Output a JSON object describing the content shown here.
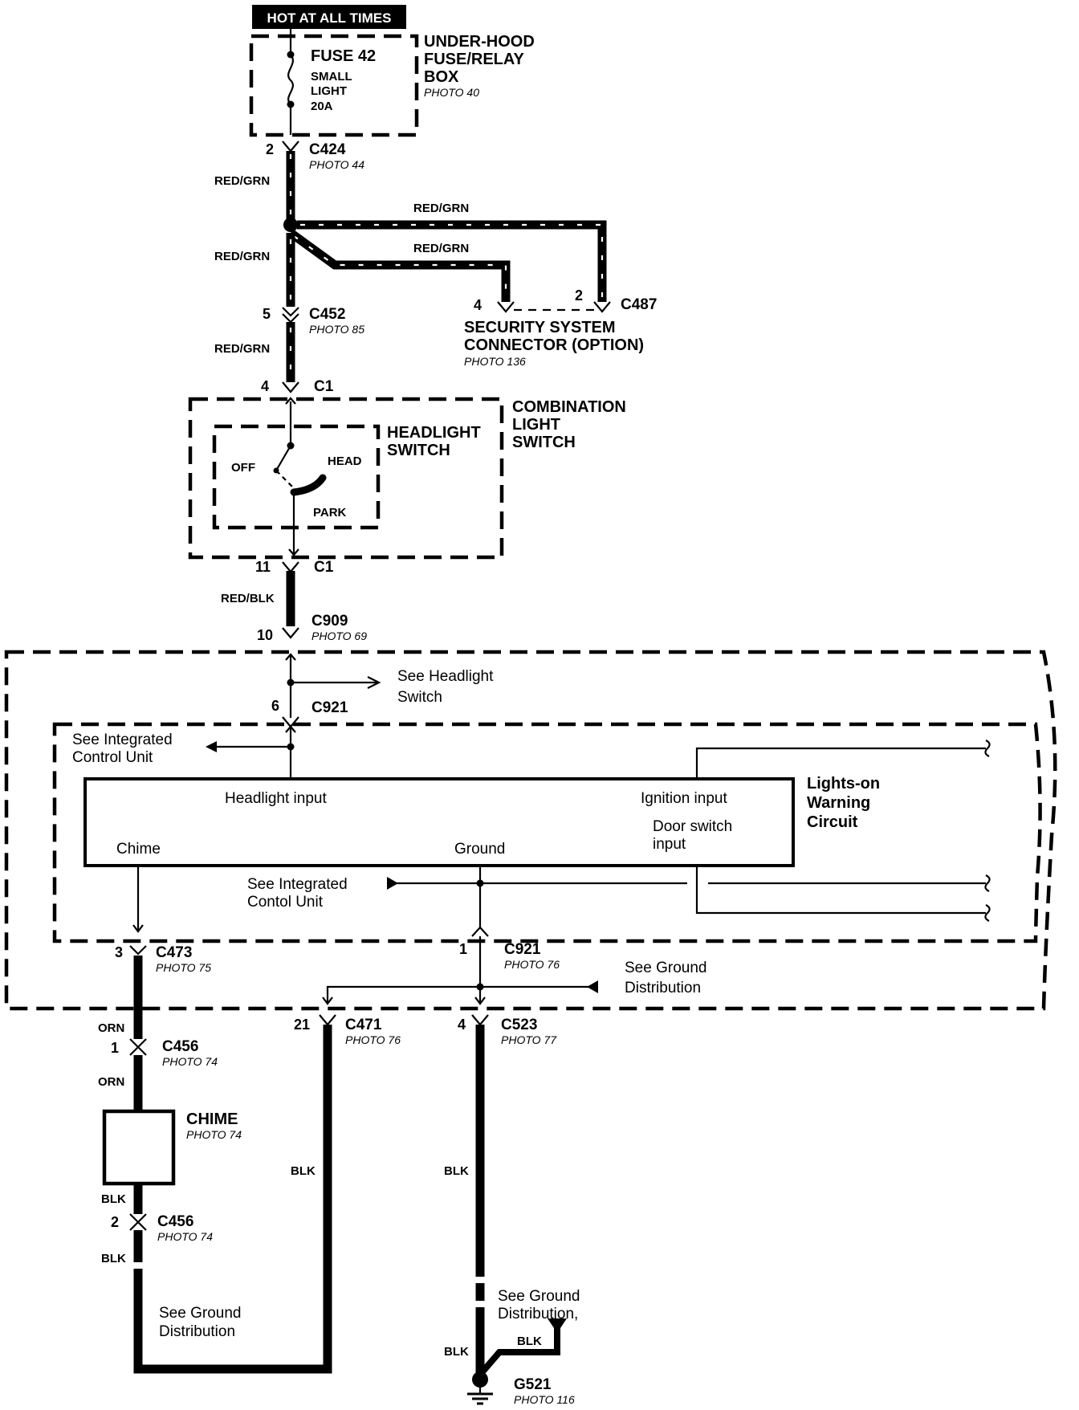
{
  "power": {
    "hot_label": "HOT AT ALL TIMES"
  },
  "fusebox": {
    "fuse_label": "FUSE 42",
    "fuse_desc1": "SMALL",
    "fuse_desc2": "LIGHT",
    "fuse_rating": "20A",
    "name1": "UNDER-HOOD",
    "name2": "FUSE/RELAY",
    "name3": "BOX",
    "photo": "PHOTO 40"
  },
  "connectors": {
    "c424": {
      "pin": "2",
      "name": "C424",
      "photo": "PHOTO 44"
    },
    "c452": {
      "pin": "5",
      "name": "C452",
      "photo": "PHOTO 85"
    },
    "c487": {
      "pin_a": "4",
      "pin_b": "2",
      "name": "C487"
    },
    "c1_top": {
      "pin": "4",
      "name": "C1"
    },
    "c1_bot": {
      "pin": "11",
      "name": "C1"
    },
    "c909": {
      "pin": "10",
      "name": "C909",
      "photo": "PHOTO 69"
    },
    "c921_top": {
      "pin": "6",
      "name": "C921"
    },
    "c473": {
      "pin": "3",
      "name": "C473",
      "photo": "PHOTO 75"
    },
    "c921_bot": {
      "pin": "1",
      "name": "C921",
      "photo": "PHOTO 76"
    },
    "c456_top": {
      "pin": "1",
      "name": "C456",
      "photo": "PHOTO 74"
    },
    "c456_bot": {
      "pin": "2",
      "name": "C456",
      "photo": "PHOTO 74"
    },
    "c471": {
      "pin": "21",
      "name": "C471",
      "photo": "PHOTO 76"
    },
    "c523": {
      "pin": "4",
      "name": "C523",
      "photo": "PHOTO 77"
    }
  },
  "wires": {
    "red_grn": "RED/GRN",
    "red_blk": "RED/BLK",
    "orn": "ORN",
    "blk": "BLK"
  },
  "security": {
    "line1": "SECURITY SYSTEM",
    "line2": "CONNECTOR (OPTION)",
    "photo": "PHOTO 136"
  },
  "switch": {
    "combo1": "COMBINATION",
    "combo2": "LIGHT",
    "combo3": "SWITCH",
    "head1": "HEADLIGHT",
    "head2": "SWITCH",
    "off": "OFF",
    "head": "HEAD",
    "park": "PARK"
  },
  "unit": {
    "see_headlight1": "See Headlight",
    "see_headlight2": "Switch",
    "see_icu_top1": "See Integrated",
    "see_icu_top2": "Control Unit",
    "see_icu_mid1": "See Integrated",
    "see_icu_mid2": "Contol Unit",
    "headlight_input": "Headlight input",
    "ignition_input": "Ignition input",
    "door_switch1": "Door switch",
    "door_switch2": "input",
    "chime_pin": "Chime",
    "ground_pin": "Ground",
    "warn1": "Lights-on",
    "warn2": "Warning",
    "warn3": "Circuit",
    "see_ground1": "See Ground",
    "see_ground2": "Distribution"
  },
  "chime": {
    "name": "CHIME",
    "photo": "PHOTO 74"
  },
  "bottom": {
    "see_ground_left1": "See Ground",
    "see_ground_left2": "Distribution",
    "see_ground_right1": "See Ground",
    "see_ground_right2": "Distribution,",
    "ground_name": "G521",
    "ground_photo": "PHOTO 116"
  }
}
